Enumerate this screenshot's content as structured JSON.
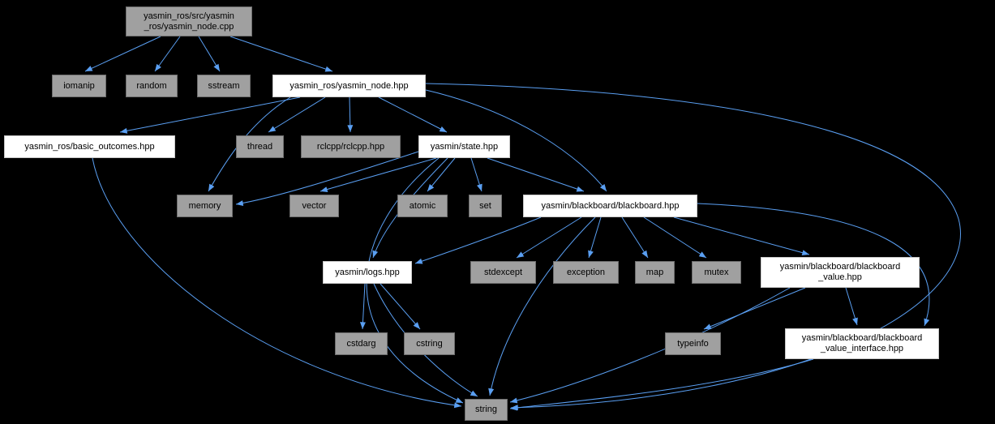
{
  "diagram": {
    "kind": "doxygen-include-dependency-graph",
    "colors": {
      "background": "#000000",
      "edge": "#5a9ff2",
      "gray_node_fill": "#a0a0a0",
      "white_node_fill": "#ffffff",
      "node_text": "#000000"
    },
    "nodes": {
      "yasmin_node_cpp": {
        "label": "yasmin_ros/src/yasmin\n_ros/yasmin_node.cpp",
        "type": "source-file"
      },
      "iomanip": {
        "label": "iomanip",
        "type": "system-header"
      },
      "random": {
        "label": "random",
        "type": "system-header"
      },
      "sstream": {
        "label": "sstream",
        "type": "system-header"
      },
      "yasmin_node_hpp": {
        "label": "yasmin_ros/yasmin_node.hpp",
        "type": "project-header"
      },
      "basic_outcomes_hpp": {
        "label": "yasmin_ros/basic_outcomes.hpp",
        "type": "project-header"
      },
      "thread": {
        "label": "thread",
        "type": "system-header"
      },
      "rclcpp_hpp": {
        "label": "rclcpp/rclcpp.hpp",
        "type": "system-header"
      },
      "state_hpp": {
        "label": "yasmin/state.hpp",
        "type": "project-header"
      },
      "memory": {
        "label": "memory",
        "type": "system-header"
      },
      "vector": {
        "label": "vector",
        "type": "system-header"
      },
      "atomic": {
        "label": "atomic",
        "type": "system-header"
      },
      "set": {
        "label": "set",
        "type": "system-header"
      },
      "blackboard_hpp": {
        "label": "yasmin/blackboard/blackboard.hpp",
        "type": "project-header"
      },
      "logs_hpp": {
        "label": "yasmin/logs.hpp",
        "type": "project-header"
      },
      "stdexcept": {
        "label": "stdexcept",
        "type": "system-header"
      },
      "exception": {
        "label": "exception",
        "type": "system-header"
      },
      "map": {
        "label": "map",
        "type": "system-header"
      },
      "mutex": {
        "label": "mutex",
        "type": "system-header"
      },
      "blackboard_value_hpp": {
        "label": "yasmin/blackboard/blackboard\n_value.hpp",
        "type": "project-header"
      },
      "cstdarg": {
        "label": "cstdarg",
        "type": "system-header"
      },
      "cstring": {
        "label": "cstring",
        "type": "system-header"
      },
      "typeinfo": {
        "label": "typeinfo",
        "type": "system-header"
      },
      "blackboard_value_interface_hpp": {
        "label": "yasmin/blackboard/blackboard\n_value_interface.hpp",
        "type": "project-header"
      },
      "string": {
        "label": "string",
        "type": "system-header"
      }
    },
    "edges": [
      [
        "yasmin_node_cpp",
        "iomanip"
      ],
      [
        "yasmin_node_cpp",
        "random"
      ],
      [
        "yasmin_node_cpp",
        "sstream"
      ],
      [
        "yasmin_node_cpp",
        "yasmin_node_hpp"
      ],
      [
        "yasmin_node_hpp",
        "basic_outcomes_hpp"
      ],
      [
        "yasmin_node_hpp",
        "thread"
      ],
      [
        "yasmin_node_hpp",
        "rclcpp_hpp"
      ],
      [
        "yasmin_node_hpp",
        "state_hpp"
      ],
      [
        "yasmin_node_hpp",
        "memory"
      ],
      [
        "yasmin_node_hpp",
        "blackboard_hpp"
      ],
      [
        "yasmin_node_hpp",
        "string"
      ],
      [
        "basic_outcomes_hpp",
        "string"
      ],
      [
        "state_hpp",
        "memory"
      ],
      [
        "state_hpp",
        "vector"
      ],
      [
        "state_hpp",
        "atomic"
      ],
      [
        "state_hpp",
        "set"
      ],
      [
        "state_hpp",
        "blackboard_hpp"
      ],
      [
        "state_hpp",
        "logs_hpp"
      ],
      [
        "state_hpp",
        "string"
      ],
      [
        "blackboard_hpp",
        "stdexcept"
      ],
      [
        "blackboard_hpp",
        "exception"
      ],
      [
        "blackboard_hpp",
        "map"
      ],
      [
        "blackboard_hpp",
        "mutex"
      ],
      [
        "blackboard_hpp",
        "blackboard_value_hpp"
      ],
      [
        "blackboard_hpp",
        "logs_hpp"
      ],
      [
        "blackboard_hpp",
        "string"
      ],
      [
        "blackboard_hpp",
        "blackboard_value_interface_hpp"
      ],
      [
        "logs_hpp",
        "cstdarg"
      ],
      [
        "logs_hpp",
        "cstring"
      ],
      [
        "logs_hpp",
        "string"
      ],
      [
        "blackboard_value_hpp",
        "typeinfo"
      ],
      [
        "blackboard_value_hpp",
        "blackboard_value_interface_hpp"
      ],
      [
        "blackboard_value_hpp",
        "string"
      ],
      [
        "blackboard_value_interface_hpp",
        "string"
      ]
    ]
  }
}
